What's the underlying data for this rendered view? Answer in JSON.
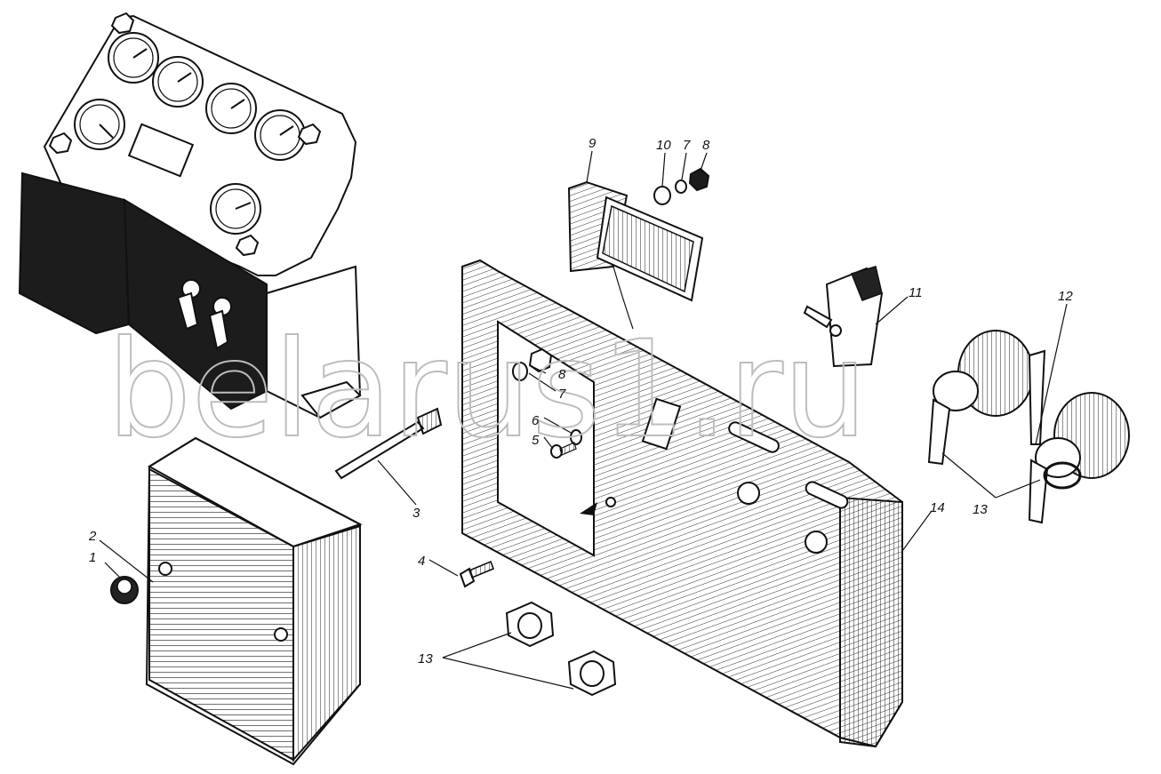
{
  "watermark": "belarus1.ru",
  "callouts": {
    "c1": "1",
    "c2": "2",
    "c3": "3",
    "c4": "4",
    "c5": "5",
    "c6": "6",
    "c7a": "7",
    "c8a": "8",
    "c9": "9",
    "c10": "10",
    "c7b": "7",
    "c8b": "8",
    "c11": "11",
    "c12": "12",
    "c13a": "13",
    "c13b": "13",
    "c14": "14"
  }
}
